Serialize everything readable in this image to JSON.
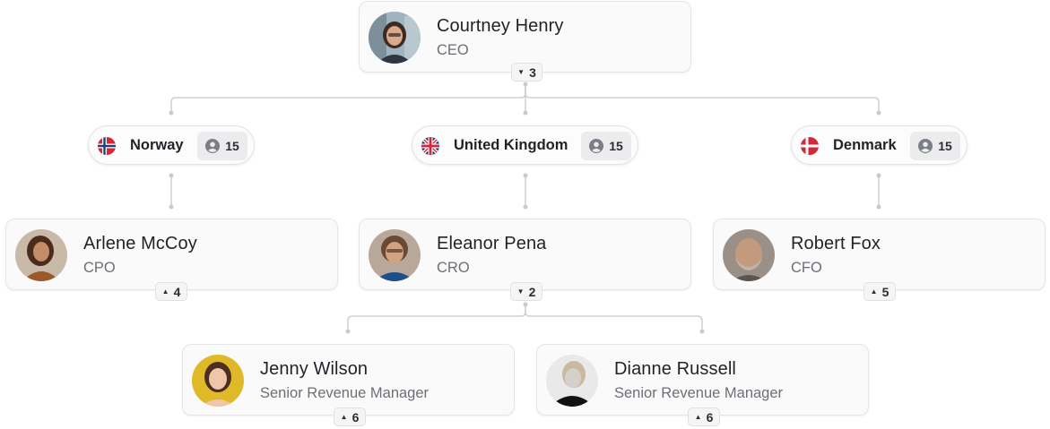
{
  "ceo": {
    "name": "Courtney Henry",
    "title": "CEO",
    "reports": "3"
  },
  "countries": [
    {
      "name": "Norway",
      "count": "15"
    },
    {
      "name": "United Kingdom",
      "count": "15"
    },
    {
      "name": "Denmark",
      "count": "15"
    }
  ],
  "people": {
    "arlene": {
      "name": "Arlene McCoy",
      "title": "CPO",
      "reports": "4"
    },
    "eleanor": {
      "name": "Eleanor Pena",
      "title": "CRO",
      "reports": "2"
    },
    "robert": {
      "name": "Robert Fox",
      "title": "CFO",
      "reports": "5"
    },
    "jenny": {
      "name": "Jenny Wilson",
      "title": "Senior Revenue Manager",
      "reports": "6"
    },
    "dianne": {
      "name": "Dianne Russell",
      "title": "Senior Revenue Manager",
      "reports": "6"
    }
  },
  "icons": {
    "collapse": "caret-down-icon",
    "expand": "caret-up-icon",
    "employees": "user-circle-icon"
  }
}
